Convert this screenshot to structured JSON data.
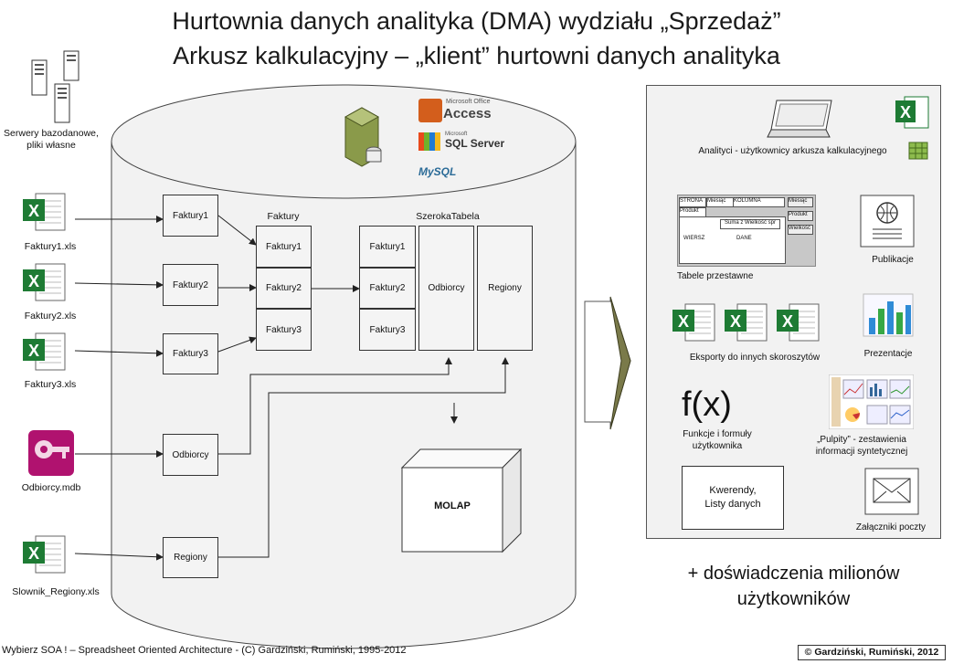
{
  "title": {
    "line1": "Hurtownia danych analityka (DMA) wydziału „Sprzedaż”",
    "line2": "Arkusz kalkulacyjny – „klient” hurtowni danych analityka"
  },
  "sources": {
    "servers_label": "Serwery bazodanowe,\npliki własne",
    "faktury1": "Faktury1.xls",
    "faktury2": "Faktury2.xls",
    "faktury3": "Faktury3.xls",
    "odbiorcy": "Odbiorcy.mdb",
    "regiony": "Slownik_Regiony.xls"
  },
  "db_logos": {
    "access_small": "Microsoft Office",
    "access": "Access",
    "sql_small": "Microsoft",
    "sql": "SQL Server",
    "mysql": "MySQL"
  },
  "warehouse": {
    "in_faktury1": "Faktury1",
    "in_faktury2": "Faktury2",
    "in_faktury3": "Faktury3",
    "in_odbiorcy": "Odbiorcy",
    "in_regiony": "Regiony",
    "faktury_title": "Faktury",
    "faktury_cells": [
      "Faktury1",
      "Faktury2",
      "Faktury3"
    ],
    "wide_title": "SzerokaTabela",
    "wide_cells": [
      "Faktury1",
      "Faktury2",
      "Faktury3"
    ],
    "wide_odbiorcy": "Odbiorcy",
    "wide_regiony": "Regiony",
    "molap": "MOLAP"
  },
  "panel": {
    "analysts": "Analityci - użytkownicy arkusza kalkulacyjnego",
    "pivot_label": "Tabele przestawne",
    "pivot": {
      "strona": "STRONA",
      "miesiac": "Miesiąc",
      "kolumna": "KOLUMNA",
      "produkt": "Produkt",
      "suma": "Suma z Wielkość spr",
      "wiersz": "WIERSZ",
      "dane": "DANE",
      "miesiac2": "Miesiąc",
      "produkt2": "Produkt",
      "wielkosc": "Wielkość"
    },
    "publikacje": "Publikacje",
    "eksporty": "Eksporty do innych skoroszytów",
    "prezentacje": "Prezentacje",
    "fx": "f(x)",
    "funkcje": "Funkcje i formuły\nużytkownika",
    "pulpity": "„Pulpity” - zestawienia\ninformacji syntetycznej",
    "kwerendy": "Kwerendy,\nListy danych",
    "zalaczniki": "Załączniki poczty"
  },
  "tagline": "+ doświadczenia milionów\nużytkowników",
  "footer": {
    "left": "Wybierz SOA ! – Spreadsheet Oriented Architecture - (C) Gardziński, Rumiński, 1995-2012",
    "right": "© Gardziński, Rumiński, 2012"
  },
  "colors": {
    "excel_green": "#1e7b34",
    "access_magenta": "#b0126f",
    "arrow_olive": "#7a7a4a",
    "cylinder_fill": "#f2f2f2"
  }
}
